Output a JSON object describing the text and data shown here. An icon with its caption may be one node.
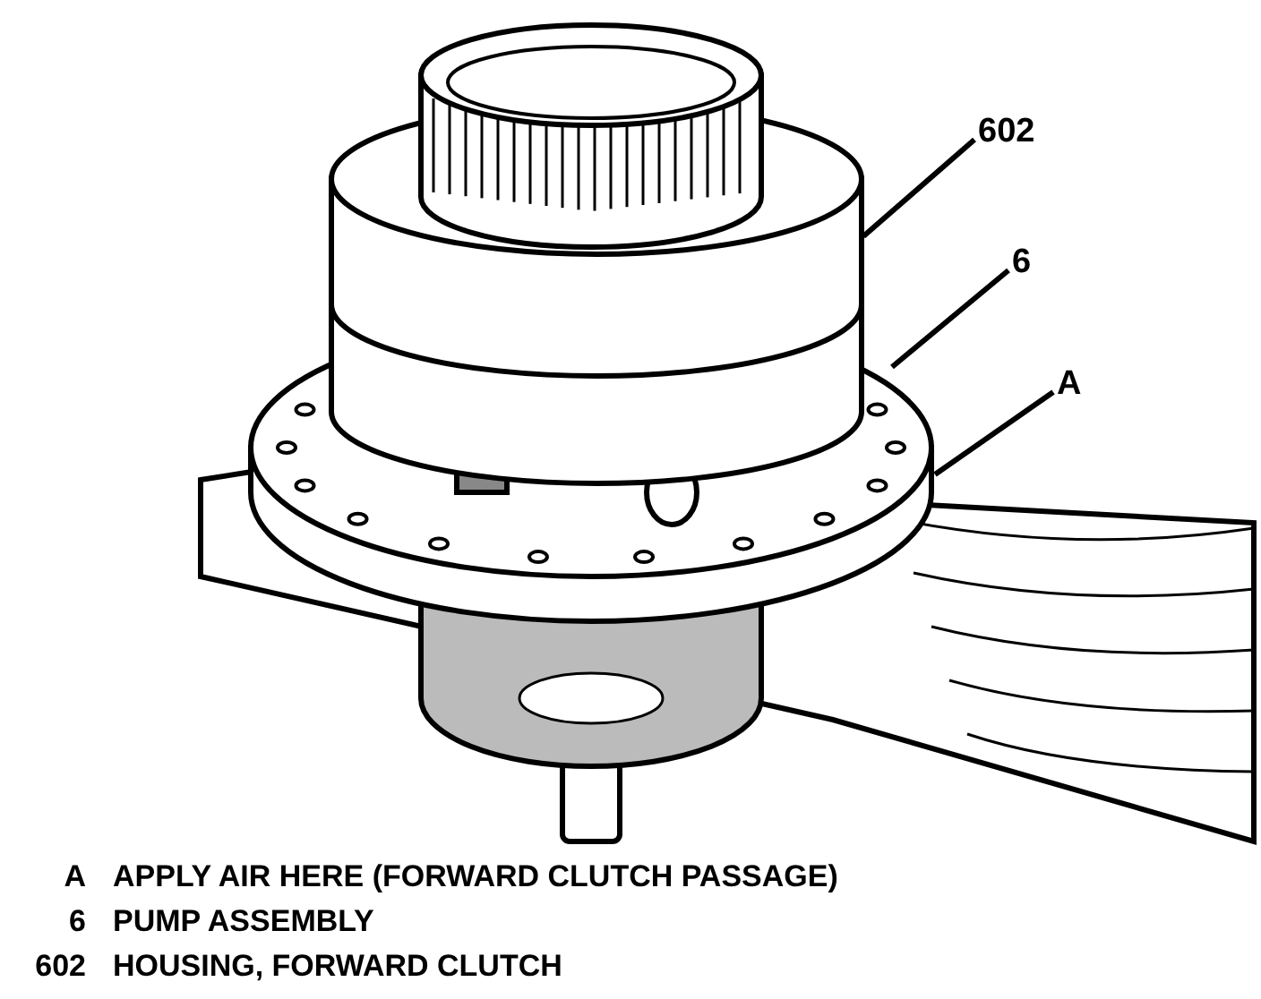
{
  "diagram": {
    "nodes": [
      {
        "text": [
          "602"
        ]
      },
      {
        "text": [
          "6"
        ]
      },
      {
        "text": [
          "A"
        ]
      }
    ],
    "edges": [
      {
        "from": 0,
        "to": null,
        "arrow": "none"
      },
      {
        "from": 1,
        "to": null,
        "arrow": "none"
      },
      {
        "from": 2,
        "to": null,
        "arrow": "none"
      }
    ],
    "labels": [
      "A",
      "APPLY AIR HERE (FORWARD CLUTCH PASSAGE)",
      "6",
      "PUMP ASSEMBLY",
      "602",
      "HOUSING, FORWARD CLUTCH"
    ]
  }
}
